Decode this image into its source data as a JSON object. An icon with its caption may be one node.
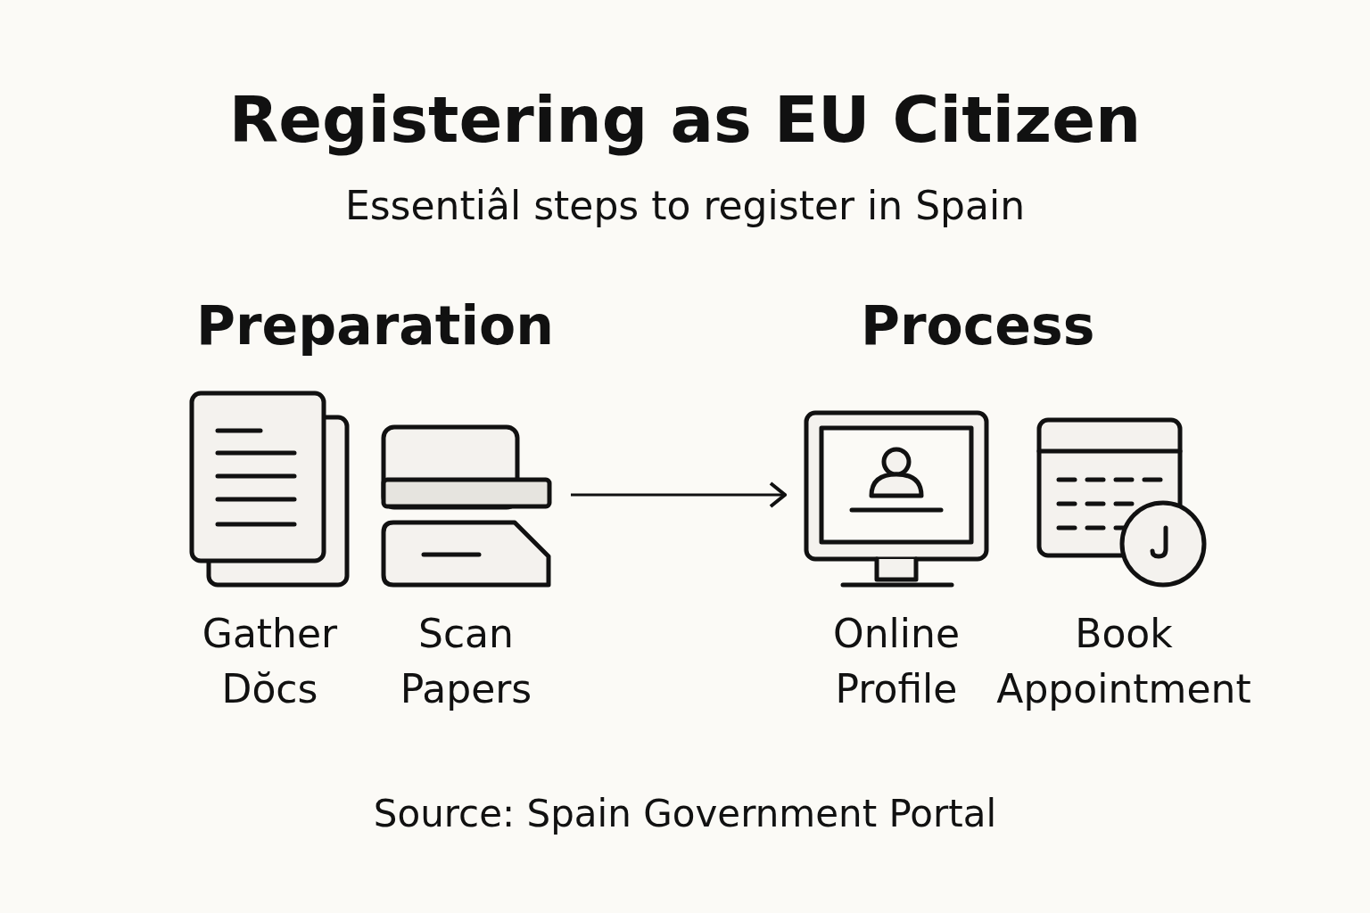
{
  "diagram": {
    "title": "Registering as EU Citizen",
    "caption": "Source: Spain Government Portal",
    "nodes": [
      {
        "text": [
          "Preparation"
        ]
      },
      {
        "text": [
          "Gather Dŏcs"
        ],
        "in": 0
      },
      {
        "text": [
          "Scan Papers"
        ],
        "in": 0
      },
      {
        "text": [
          "Process"
        ]
      },
      {
        "text": [
          "Online Profile"
        ],
        "in": 3
      },
      {
        "text": [
          "Book Appointment"
        ],
        "in": 3
      }
    ],
    "edges": [
      {
        "from": 0,
        "to": 3,
        "arrow": "to"
      }
    ],
    "labels": [
      "Essentiâl steps to register in Spain"
    ]
  }
}
